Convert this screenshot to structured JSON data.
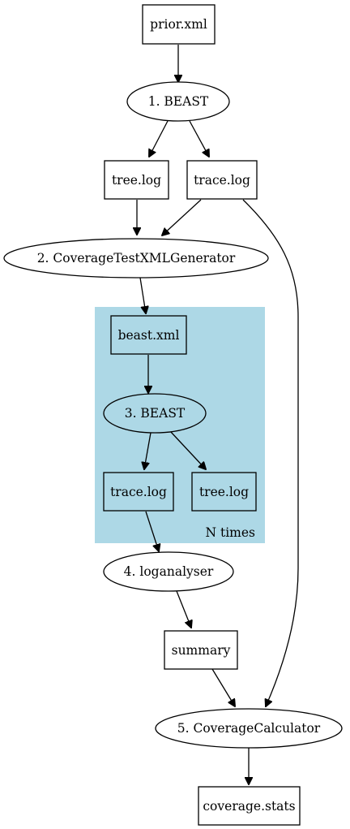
{
  "colors": {
    "cluster_fill": "#add8e6",
    "stroke": "#000000",
    "background": "#ffffff"
  },
  "cluster": {
    "label": "N times"
  },
  "nodes": {
    "prior_xml": "prior.xml",
    "beast_1": "1. BEAST",
    "tree_log_1": "tree.log",
    "trace_log_1": "trace.log",
    "coverage_generator": "2. CoverageTestXMLGenerator",
    "beast_xml": "beast.xml",
    "beast_3": "3. BEAST",
    "trace_log_3": "trace.log",
    "tree_log_3": "tree.log",
    "loganalyser": "4. loganalyser",
    "summary": "summary",
    "coverage_calculator": "5. CoverageCalculator",
    "coverage_stats": "coverage.stats"
  }
}
